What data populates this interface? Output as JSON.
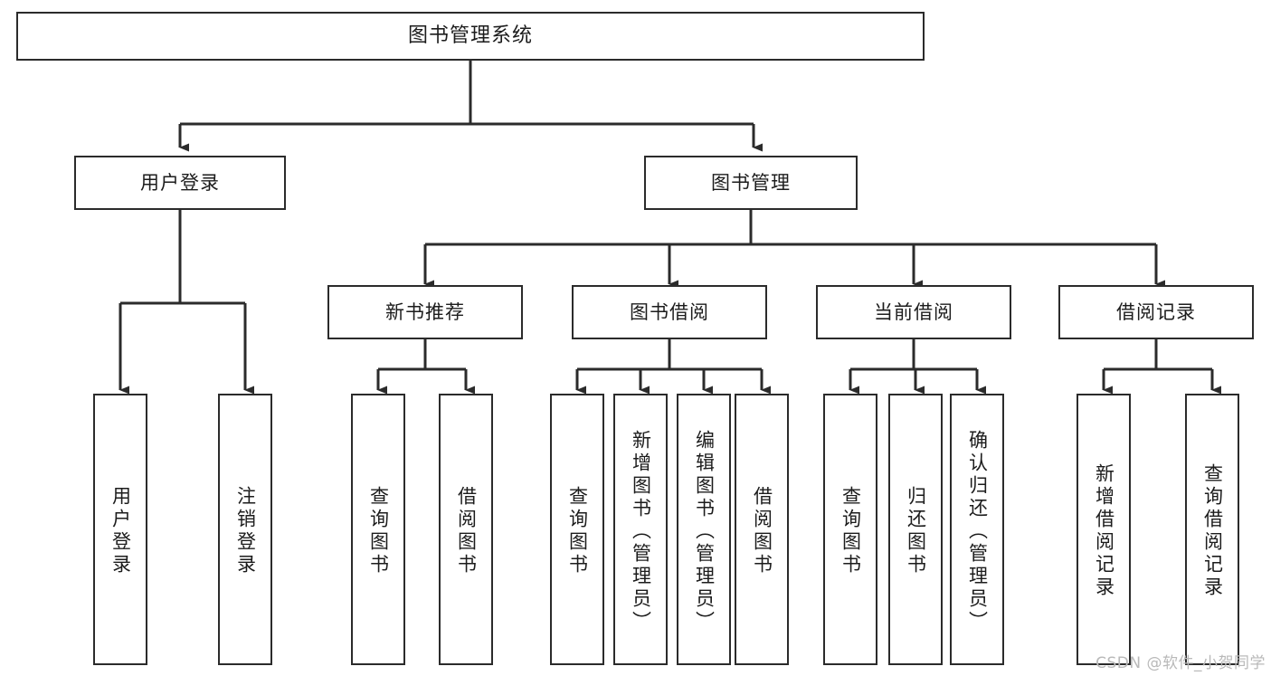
{
  "diagram": {
    "type": "tree",
    "title": "图书管理系统",
    "root": {
      "label": "图书管理系统"
    },
    "level2": [
      {
        "label": "用户登录"
      },
      {
        "label": "图书管理"
      }
    ],
    "level3": [
      {
        "label": "新书推荐"
      },
      {
        "label": "图书借阅"
      },
      {
        "label": "当前借阅"
      },
      {
        "label": "借阅记录"
      }
    ],
    "leaves": {
      "user_login": [
        {
          "label": "用户登录"
        },
        {
          "label": "注销登录"
        }
      ],
      "new_book_recommend": [
        {
          "label": "查询图书"
        },
        {
          "label": "借阅图书"
        }
      ],
      "book_borrow": [
        {
          "label": "查询图书"
        },
        {
          "label": "新增图书（管理员）"
        },
        {
          "label": "编辑图书（管理员）"
        },
        {
          "label": "借阅图书"
        }
      ],
      "current_borrow": [
        {
          "label": "查询图书"
        },
        {
          "label": "归还图书"
        },
        {
          "label": "确认归还（管理员）"
        }
      ],
      "borrow_record": [
        {
          "label": "新增借阅记录"
        },
        {
          "label": "查询借阅记录"
        }
      ]
    }
  },
  "watermark": {
    "text": "CSDN @软件_小贺同学"
  },
  "colors": {
    "stroke": "#2b2b2b",
    "background": "#ffffff",
    "text": "#1c1c1c",
    "watermark": "#b9b9b9"
  }
}
